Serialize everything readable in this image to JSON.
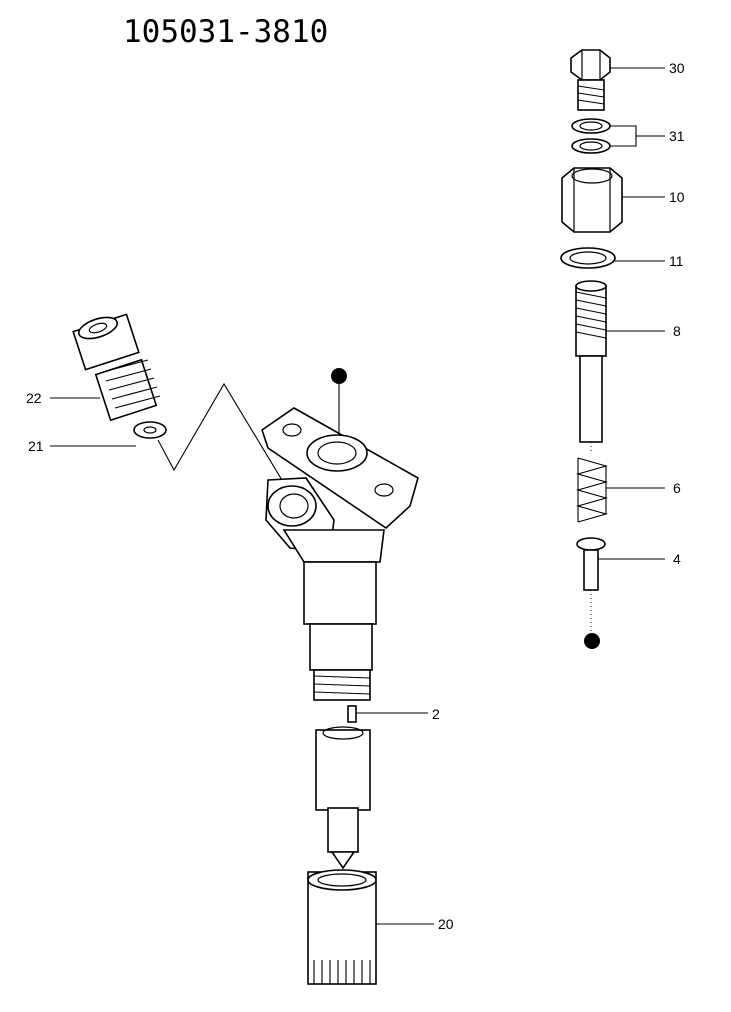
{
  "drawing": {
    "part_number": "105031-3810"
  },
  "callouts": [
    {
      "id": "30",
      "text": "30"
    },
    {
      "id": "31",
      "text": "31"
    },
    {
      "id": "10",
      "text": "10"
    },
    {
      "id": "11",
      "text": "11"
    },
    {
      "id": "8",
      "text": "8"
    },
    {
      "id": "6",
      "text": "6"
    },
    {
      "id": "4",
      "text": "4"
    },
    {
      "id": "22",
      "text": "22"
    },
    {
      "id": "21",
      "text": "21"
    },
    {
      "id": "2",
      "text": "2"
    },
    {
      "id": "20",
      "text": "20"
    }
  ]
}
